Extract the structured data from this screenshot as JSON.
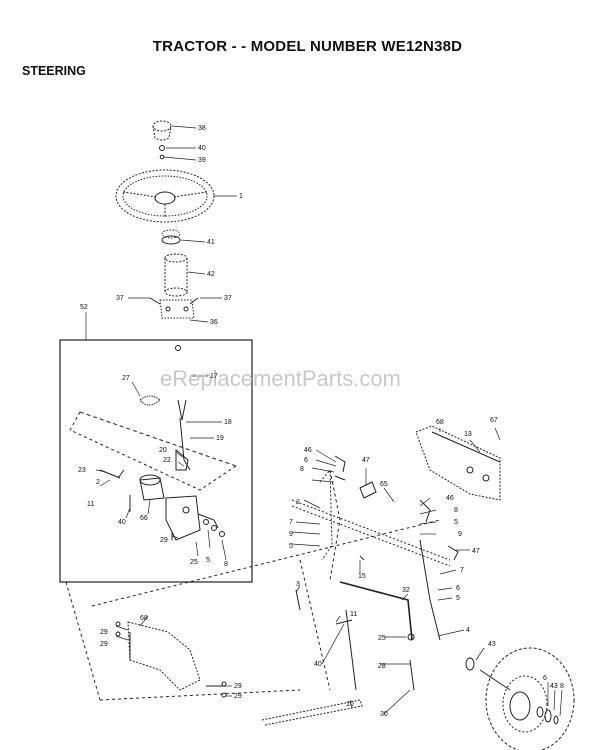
{
  "header": {
    "title": "TRACTOR - - MODEL NUMBER WE12N38D",
    "section": "STEERING"
  },
  "watermark": "eReplacementParts.com",
  "callouts": [
    "38",
    "40",
    "39",
    "1",
    "41",
    "42",
    "37",
    "37",
    "36",
    "52",
    "27",
    "17",
    "18",
    "19",
    "20",
    "22",
    "23",
    "2",
    "11",
    "40",
    "66",
    "29",
    "25",
    "5",
    "8",
    "68",
    "13",
    "67",
    "46",
    "6",
    "8",
    "47",
    "2",
    "65",
    "46",
    "8",
    "5",
    "9",
    "7",
    "9",
    "5",
    "47",
    "7",
    "15",
    "3",
    "6",
    "5",
    "11",
    "32",
    "4",
    "25",
    "43",
    "40",
    "29",
    "29",
    "29",
    "28",
    "29",
    "10",
    "30",
    "6",
    "43",
    "8"
  ]
}
